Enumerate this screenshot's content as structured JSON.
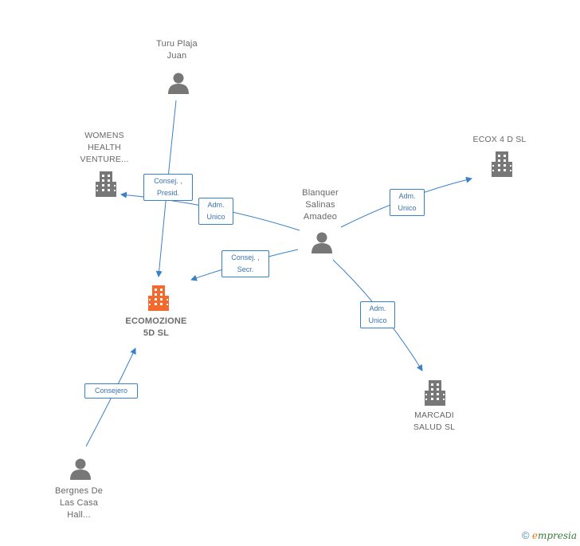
{
  "colors": {
    "edge": "#3a80c8",
    "person_icon": "#777777",
    "company_icon": "#777777",
    "main_company_icon": "#f26a2e"
  },
  "nodes": {
    "turu": {
      "label": "Turu Plaja\nJuan",
      "icon": "person-icon"
    },
    "womens": {
      "label": "WOMENS\nHEALTH\nVENTURE...",
      "icon": "building-icon"
    },
    "blanquer": {
      "label": "Blanquer\nSalinas\nAmadeo",
      "icon": "person-icon"
    },
    "ecox": {
      "label": "ECOX 4 D SL",
      "icon": "building-icon"
    },
    "ecomozione": {
      "label": "ECOMOZIONE\n5D  SL",
      "icon": "building-icon"
    },
    "marcadi": {
      "label": "MARCADI\nSALUD  SL",
      "icon": "building-icon"
    },
    "bergnes": {
      "label": "Bergnes De\nLas Casa\nHall...",
      "icon": "person-icon"
    }
  },
  "edges": {
    "turu_ecomozione": "Consej. ,\nPresid.",
    "blanquer_womens": "Adm.\nUnico",
    "blanquer_ecox": "Adm.\nUnico",
    "blanquer_ecomozione": "Consej. ,\nSecr.",
    "blanquer_marcadi": "Adm.\nUnico",
    "bergnes_ecomozione": "Consejero"
  },
  "brand": {
    "copyright": "©",
    "e": "e",
    "rest": "mpresia"
  }
}
